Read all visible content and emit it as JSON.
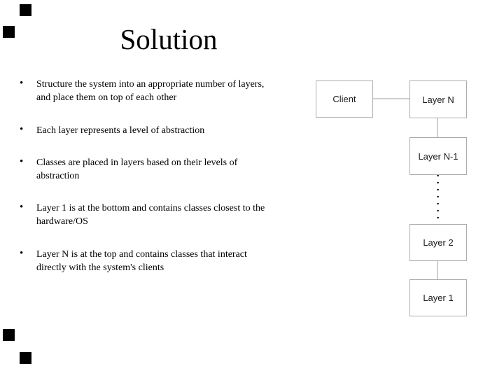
{
  "slide": {
    "title": "Solution",
    "bullet_glyph": "•",
    "bullets": [
      {
        "lines": [
          "Structure the system into an appropriate number of layers,",
          "and place them on top of each other"
        ]
      },
      {
        "lines": [
          "Each layer represents a level of abstraction"
        ]
      },
      {
        "lines": [
          "Classes are placed in layers based on their levels of",
          "abstraction"
        ]
      },
      {
        "lines": [
          "Layer 1 is at the bottom and contains classes closest to the",
          "hardware/OS"
        ]
      },
      {
        "lines": [
          "Layer N is at the top and contains classes that interact",
          "directly with the system's clients"
        ]
      }
    ]
  },
  "diagram": {
    "nodes": [
      {
        "label": "Client"
      },
      {
        "label": "Layer N"
      },
      {
        "label": "Layer N-1"
      },
      {
        "label": "Layer 2"
      },
      {
        "label": "Layer 1"
      }
    ],
    "connections": [
      "Client - Layer N",
      "Layer N - Layer N-1",
      "Layer N-1 ... Layer 2 (dotted)",
      "Layer 2 - Layer 1"
    ],
    "colors": {
      "box_border": "#ababab",
      "connector": "#cfcfcf",
      "dotted_line": "#3d3d3d",
      "label_text": "#1a1a1a"
    }
  },
  "decorations": {
    "corner_square_color": "#000000",
    "corner_square_count": 4
  }
}
